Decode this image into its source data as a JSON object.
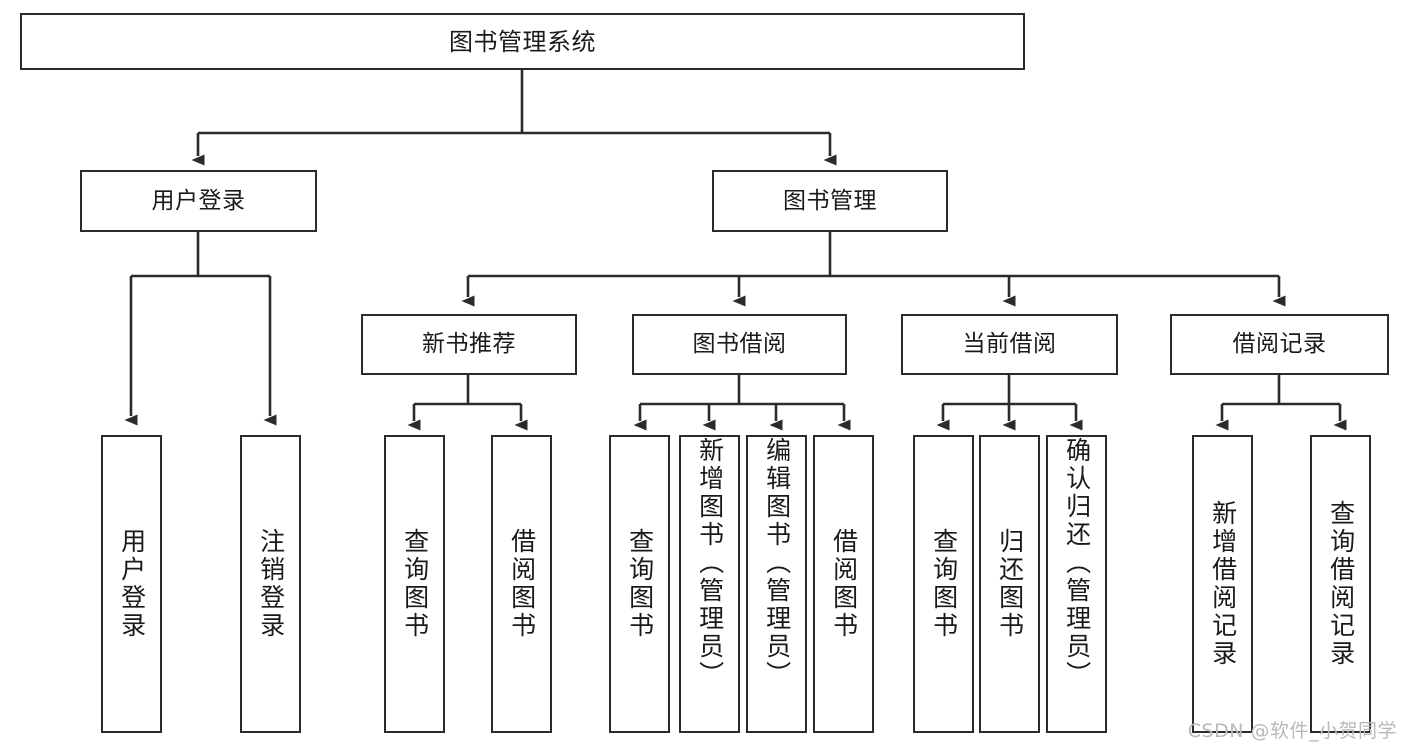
{
  "diagram": {
    "type": "tree-hierarchy-chart",
    "title": "图书管理系统",
    "line_color": "#2b2b2b",
    "box_fill": "#ffffff",
    "text_color": "#1a1a1a",
    "watermark": "CSDN @软件_小贺同学",
    "levels": {
      "level1": [
        "图书管理系统"
      ],
      "level2": [
        "用户登录",
        "图书管理"
      ],
      "level3": [
        "新书推荐",
        "图书借阅",
        "当前借阅",
        "借阅记录"
      ],
      "level4": [
        "用户登录",
        "注销登录",
        "查询图书",
        "借阅图书",
        "查询图书",
        "新增图书（管理员）",
        "编辑图书（管理员）",
        "借阅图书",
        "查询图书",
        "归还图书",
        "确认归还（管理员）",
        "新增借阅记录",
        "查询借阅记录"
      ]
    },
    "nodes": {
      "root": {
        "label": "图书管理系统"
      },
      "user_login": {
        "label": "用户登录"
      },
      "book_mgmt": {
        "label": "图书管理"
      },
      "new_book_rec": {
        "label": "新书推荐"
      },
      "book_borrow": {
        "label": "图书借阅"
      },
      "current_borrow": {
        "label": "当前借阅"
      },
      "borrow_record": {
        "label": "借阅记录"
      },
      "leaf_user_login": {
        "label": "用户登录"
      },
      "leaf_logout": {
        "label": "注销登录"
      },
      "leaf_query_book_1": {
        "label": "查询图书"
      },
      "leaf_borrow_book_1": {
        "label": "借阅图书"
      },
      "leaf_query_book_2": {
        "label": "查询图书"
      },
      "leaf_add_book": {
        "label": "新增图书（管理员）"
      },
      "leaf_edit_book": {
        "label": "编辑图书（管理员）"
      },
      "leaf_borrow_book_2": {
        "label": "借阅图书"
      },
      "leaf_query_book_3": {
        "label": "查询图书"
      },
      "leaf_return_book": {
        "label": "归还图书"
      },
      "leaf_confirm_return": {
        "label": "确认归还（管理员）"
      },
      "leaf_add_record": {
        "label": "新增借阅记录"
      },
      "leaf_query_record": {
        "label": "查询借阅记录"
      }
    }
  }
}
